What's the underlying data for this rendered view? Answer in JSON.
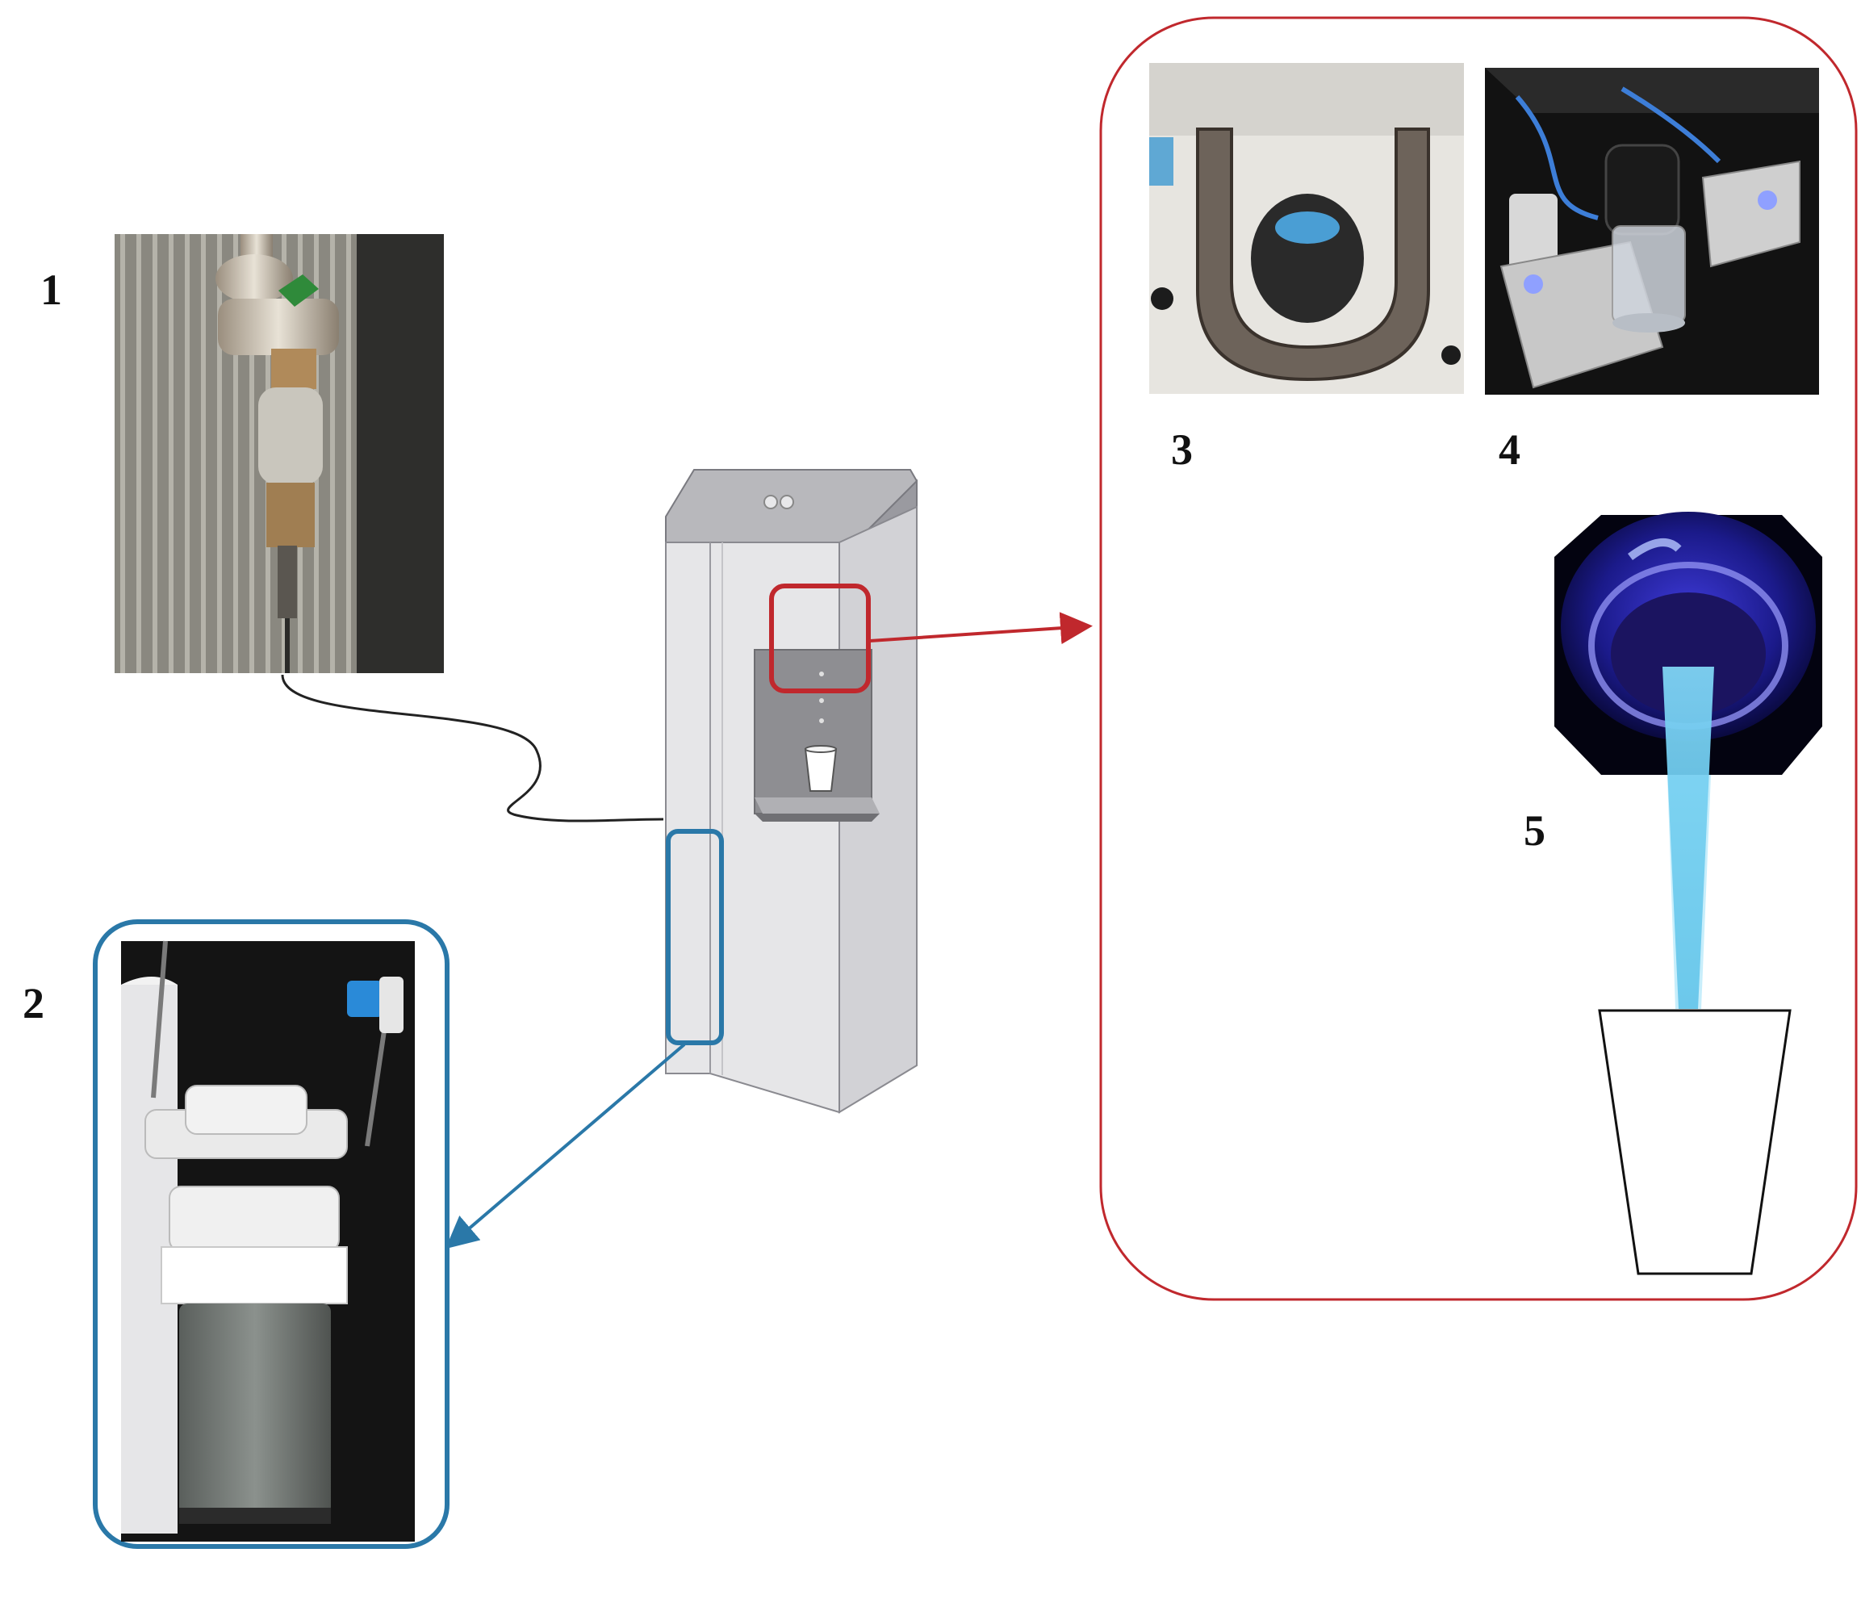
{
  "labels": {
    "l1": "1",
    "l2": "2",
    "l3": "3",
    "l4": "4",
    "l5": "5"
  },
  "colors": {
    "red_callout": "#c0282d",
    "blue_callout": "#2a78a8",
    "uv_light": "#5fc8ec",
    "dispenser_body": "#e6e6e8"
  },
  "icons": {
    "photo_1": "water-tap-valve-photo",
    "photo_2": "water-filter-photo",
    "photo_3": "u-shaped-uv-lamp-photo",
    "photo_4": "uv-led-module-photo",
    "illustration_5": "uv-led-water-disinfection-illustration",
    "dispenser": "water-dispenser-illustration"
  }
}
